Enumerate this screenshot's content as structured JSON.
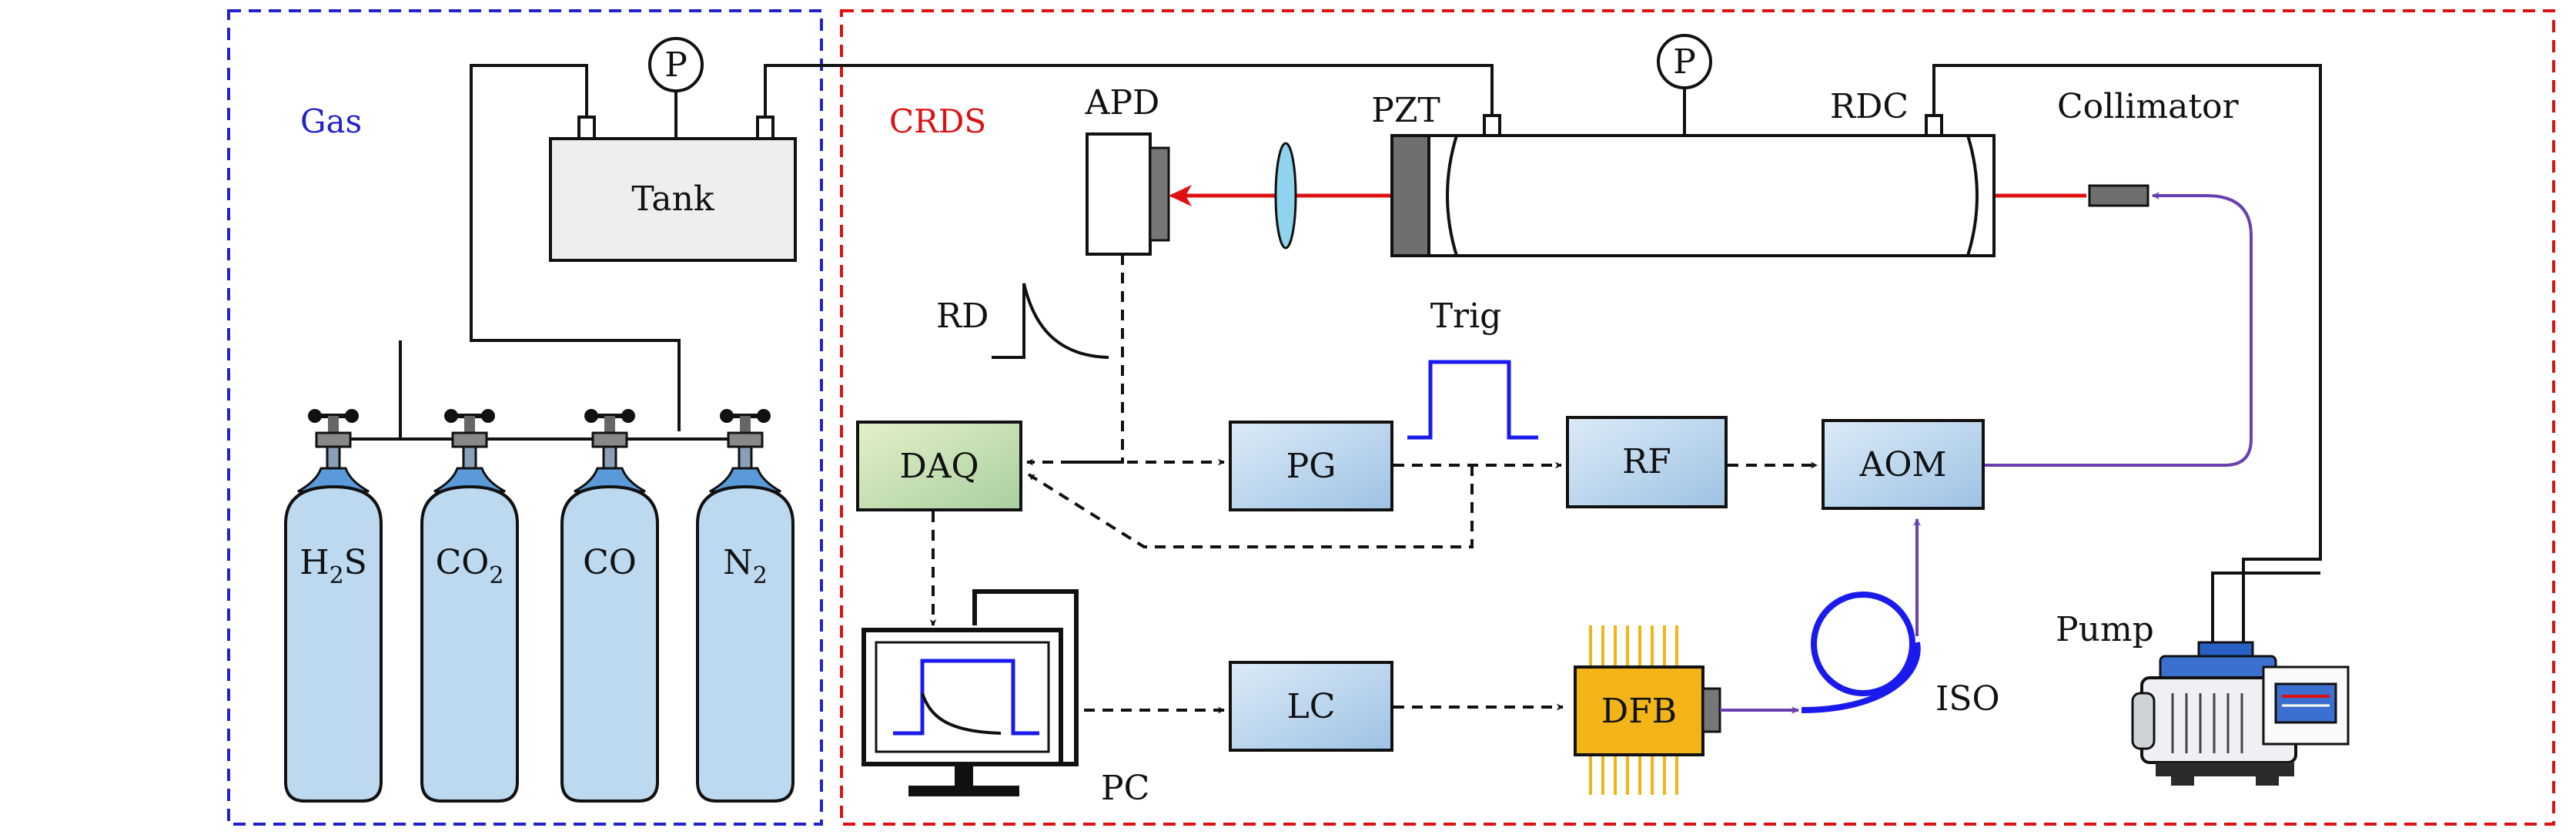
{
  "sections": {
    "gas": {
      "label": "Gas",
      "color": "#2222cc"
    },
    "crds": {
      "label": "CRDS",
      "color": "#dd1111"
    }
  },
  "gas_system": {
    "pressure_gauge": "P",
    "tank": "Tank",
    "cylinders": [
      {
        "main": "H",
        "sub": "2",
        "tail": "S"
      },
      {
        "main": "CO",
        "sub": "2",
        "tail": ""
      },
      {
        "main": "CO",
        "sub": "",
        "tail": ""
      },
      {
        "main": "N",
        "sub": "2",
        "tail": ""
      }
    ]
  },
  "optics": {
    "apd": "APD",
    "pzt": "PZT",
    "pressure_gauge": "P",
    "rdc": "RDC",
    "collimator": "Collimator",
    "ringdown": "RD",
    "trig": "Trig",
    "iso": "ISO",
    "pc": "PC",
    "pump": "Pump"
  },
  "modules": {
    "daq": "DAQ",
    "pg": "PG",
    "rf": "RF",
    "aom": "AOM",
    "lc": "LC",
    "dfb": "DFB"
  },
  "colors": {
    "laser_beam": "#e01010",
    "fiber": "#6a3fb0",
    "trigger_pulse": "#1a1aee",
    "cylinder_fill": "#bcd9f0",
    "module_fill": "#b3d2ec",
    "daq_fill": "#c5dfa8",
    "dfb_fill": "#f2b417"
  }
}
